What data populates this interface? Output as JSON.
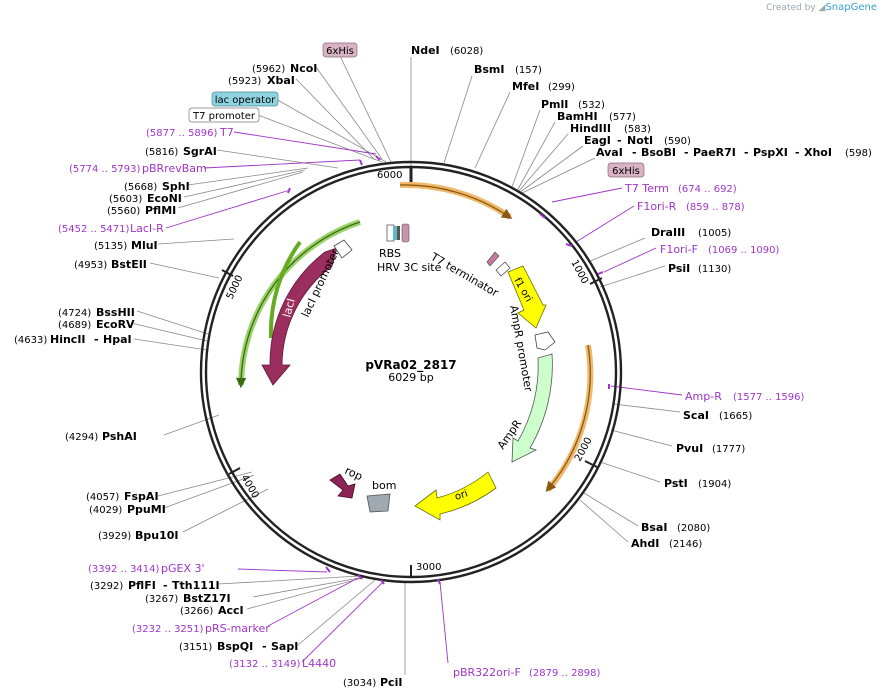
{
  "credit": {
    "prefix": "Created by",
    "brand": "SnapGene"
  },
  "plasmid": {
    "name": "pVRa02_2817",
    "size_label": "6029 bp"
  },
  "ticks": [
    "1000",
    "2000",
    "3000",
    "4000",
    "5000",
    "6000"
  ],
  "boxes": {
    "his_top": "6xHis",
    "lac_operator": "lac operator",
    "t7_promoter": "T7 promoter",
    "his_right": "6xHis"
  },
  "enzymes": {
    "ndei": {
      "name": "NdeI",
      "pos": "(6028)"
    },
    "bsmi": {
      "name": "BsmI",
      "pos": "(157)"
    },
    "mfei": {
      "name": "MfeI",
      "pos": "(299)"
    },
    "pmli": {
      "name": "PmlI",
      "pos": "(532)"
    },
    "bamhi": {
      "name": "BamHI",
      "pos": "(577)"
    },
    "hindiii": {
      "name": "HindIII",
      "pos": "(583)"
    },
    "eagi": {
      "name": "EagI",
      "sep": "-",
      "name2": "NotI",
      "pos": "(590)"
    },
    "avai": {
      "name": "AvaI",
      "sep": "-",
      "name2": "BsoBI",
      "sep2": "-",
      "name3": "PaeR7I",
      "sep3": "-",
      "name4": "PspXI",
      "sep4": "-",
      "name5": "XhoI",
      "pos": "(598)"
    },
    "draiii": {
      "name": "DraIII",
      "pos": "(1005)"
    },
    "psii": {
      "name": "PsiI",
      "pos": "(1130)"
    },
    "scai": {
      "name": "ScaI",
      "pos": "(1665)"
    },
    "pvui": {
      "name": "PvuI",
      "pos": "(1777)"
    },
    "psti": {
      "name": "PstI",
      "pos": "(1904)"
    },
    "bsai": {
      "name": "BsaI",
      "pos": "(2080)"
    },
    "ahdi": {
      "name": "AhdI",
      "pos": "(2146)"
    },
    "pcii": {
      "name": "PciI",
      "pos": "(3034)"
    },
    "bspqi": {
      "name": "BspQI",
      "sep": "-",
      "name2": "SapI",
      "pos": "(3151)"
    },
    "acci": {
      "name": "AccI",
      "pos": "(3266)"
    },
    "bstz17i": {
      "name": "BstZ17I",
      "pos": "(3267)"
    },
    "pflfi": {
      "name": "PflFI",
      "sep": "-",
      "name2": "Tth111I",
      "pos": "(3292)"
    },
    "bpu10i": {
      "name": "Bpu10I",
      "pos": "(3929)"
    },
    "ppumi": {
      "name": "PpuMI",
      "pos": "(4029)"
    },
    "fspai": {
      "name": "FspAI",
      "pos": "(4057)"
    },
    "pshai": {
      "name": "PshAI",
      "pos": "(4294)"
    },
    "hincii": {
      "name": "HincII",
      "sep": "-",
      "name2": "HpaI",
      "pos": "(4633)"
    },
    "ecorv": {
      "name": "EcoRV",
      "pos": "(4689)"
    },
    "bsshii": {
      "name": "BssHII",
      "pos": "(4724)"
    },
    "bsteii": {
      "name": "BstEII",
      "pos": "(4953)"
    },
    "mlui": {
      "name": "MluI",
      "pos": "(5135)"
    },
    "pflmi": {
      "name": "PflMI",
      "pos": "(5560)"
    },
    "econi": {
      "name": "EcoNI",
      "pos": "(5603)"
    },
    "sphi": {
      "name": "SphI",
      "pos": "(5668)"
    },
    "sgrai": {
      "name": "SgrAI",
      "pos": "(5816)"
    },
    "xbai": {
      "name": "XbaI",
      "pos": "(5923)"
    },
    "ncoi": {
      "name": "NcoI",
      "pos": "(5962)"
    }
  },
  "primers": {
    "t7": {
      "name": "T7",
      "pos": "(5877 .. 5896)"
    },
    "pbrrevbam": {
      "name": "pBRrevBam",
      "pos": "(5774 .. 5793)"
    },
    "laci_r": {
      "name": "LacI-R",
      "pos": "(5452 .. 5471)"
    },
    "t7term": {
      "name": "T7 Term",
      "pos": "(674 .. 692)"
    },
    "f1ori_r": {
      "name": "F1ori-R",
      "pos": "(859 .. 878)"
    },
    "f1ori_f": {
      "name": "F1ori-F",
      "pos": "(1069 .. 1090)"
    },
    "amp_r": {
      "name": "Amp-R",
      "pos": "(1577 .. 1596)"
    },
    "pbr322ori_f": {
      "name": "pBR322ori-F",
      "pos": "(2879 .. 2898)"
    },
    "l4440": {
      "name": "L4440",
      "pos": "(3132 .. 3149)"
    },
    "prs_marker": {
      "name": "pRS-marker",
      "pos": "(3232 .. 3251)"
    },
    "pgex3": {
      "name": "pGEX 3'",
      "pos": "(3392 .. 3414)"
    }
  },
  "features": {
    "rbs": "RBS",
    "hrv3c": "HRV 3C site",
    "t7_terminator": "T7 terminator",
    "f1_ori": "f1 ori",
    "ampr_promoter": "AmpR promoter",
    "ampr": "AmpR",
    "ori": "ori",
    "rop": "rop",
    "bom": "bom",
    "laci": "lacI",
    "laci_promoter": "lacI promoter"
  },
  "colors": {
    "backbone": "#222222",
    "laci": "#9b2d5f",
    "ori": "#ffff00",
    "ampr": "#ccffcc",
    "rop": "#8c2255",
    "bom": "#a0a8b0",
    "orf_orange": "#f0a030",
    "orf_green": "#66aa22",
    "primer": "#a035c8",
    "his_box": "#d9b3c3",
    "lacop_box": "#8fd3e0"
  }
}
